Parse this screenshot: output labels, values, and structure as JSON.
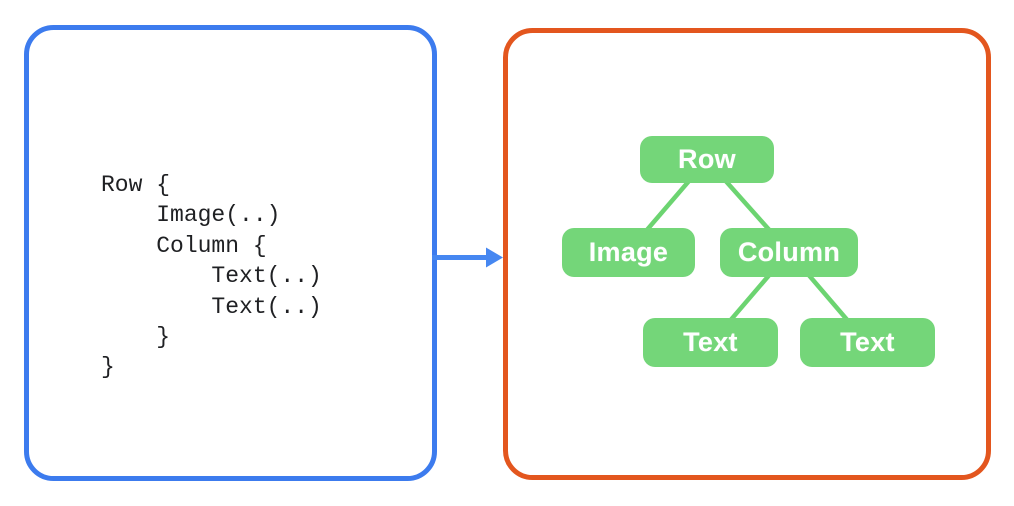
{
  "code": {
    "text": "Row {\n    Image(..)\n    Column {\n        Text(..)\n        Text(..)\n    }\n}",
    "panel_border_color": "#3c7bee",
    "text_color": "#1f2023"
  },
  "arrow": {
    "color": "#4687f1"
  },
  "tree": {
    "panel_border_color": "#e3561e",
    "node_fill": "#74d679",
    "node_text_color": "#ffffff",
    "edge_color": "#6cd471",
    "nodes": [
      {
        "id": "row",
        "label": "Row"
      },
      {
        "id": "image",
        "label": "Image"
      },
      {
        "id": "column",
        "label": "Column"
      },
      {
        "id": "text-1",
        "label": "Text"
      },
      {
        "id": "text-2",
        "label": "Text"
      }
    ],
    "edges": [
      {
        "from": "row",
        "to": "image"
      },
      {
        "from": "row",
        "to": "column"
      },
      {
        "from": "column",
        "to": "text-1"
      },
      {
        "from": "column",
        "to": "text-2"
      }
    ]
  }
}
